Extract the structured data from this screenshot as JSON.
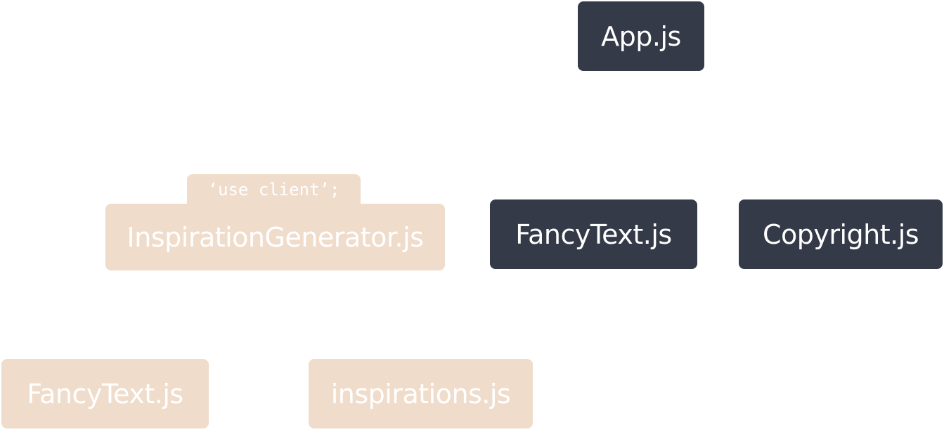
{
  "diagram": {
    "nodes": [
      {
        "id": "app",
        "label": "App.js",
        "kind": "server"
      },
      {
        "id": "inspiration_generator",
        "label": "InspirationGenerator.js",
        "kind": "client",
        "directive": "‘use client’;"
      },
      {
        "id": "fancy_text_server",
        "label": "FancyText.js",
        "kind": "server"
      },
      {
        "id": "copyright",
        "label": "Copyright.js",
        "kind": "server"
      },
      {
        "id": "fancy_text_client",
        "label": "FancyText.js",
        "kind": "client"
      },
      {
        "id": "inspirations",
        "label": "inspirations.js",
        "kind": "client"
      }
    ],
    "colors": {
      "server_node": "#343a48",
      "client_node": "#f0dccb",
      "node_text": "#ffffff",
      "background": "#ffffff"
    }
  }
}
